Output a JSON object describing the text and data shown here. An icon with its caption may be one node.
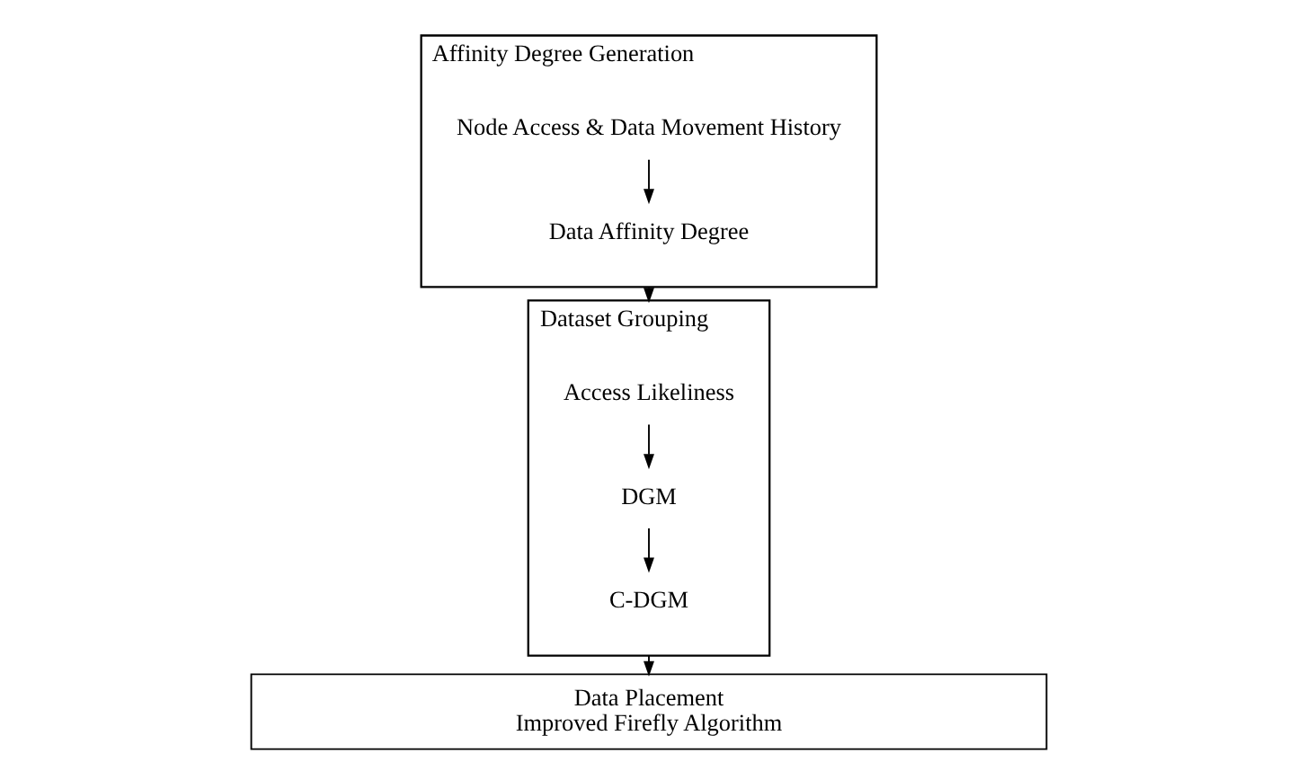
{
  "diagram": {
    "nodes": [
      {
        "text": [
          "Affinity Degree Generation"
        ]
      },
      {
        "text": [
          "Node Access & Data Movement History"
        ],
        "in": 0
      },
      {
        "text": [
          "Data Affinity Degree"
        ],
        "in": 0
      },
      {
        "text": [
          "Dataset Grouping"
        ]
      },
      {
        "text": [
          "Access Likeliness"
        ],
        "in": 3
      },
      {
        "text": [
          "DGM"
        ],
        "in": 3
      },
      {
        "text": [
          "C-DGM"
        ],
        "in": 3
      },
      {
        "text": [
          "Data Placement",
          "Improved Firefly Algorithm"
        ]
      }
    ],
    "edges": [
      {
        "from": 1,
        "to": 2,
        "arrow": "to"
      },
      {
        "from": 0,
        "to": 3,
        "arrow": "to"
      },
      {
        "from": 4,
        "to": 5,
        "arrow": "to"
      },
      {
        "from": 5,
        "to": 6,
        "arrow": "to"
      },
      {
        "from": 3,
        "to": 7,
        "arrow": "to"
      }
    ]
  }
}
